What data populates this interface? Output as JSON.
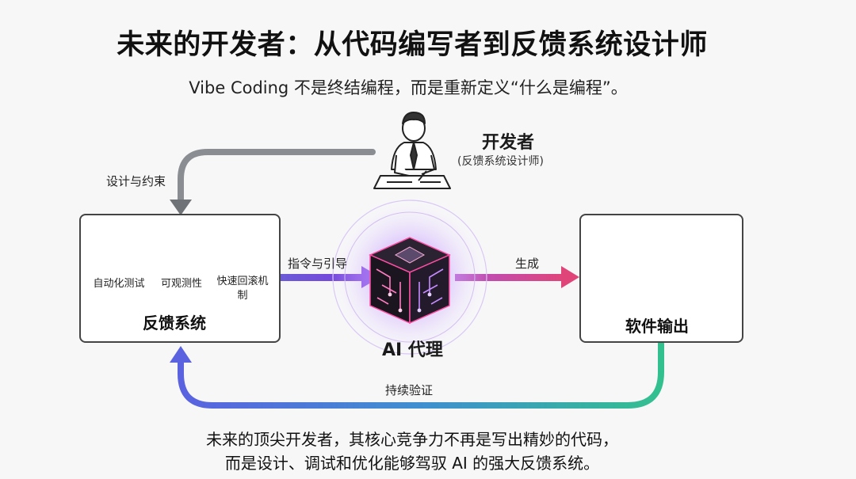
{
  "title": "未来的开发者：从代码编写者到反馈系统设计师",
  "subtitle": "Vibe Coding 不是终结编程，而是重新定义“什么是编程”。",
  "developer": {
    "title": "开发者",
    "subtitle": "(反馈系统设计师)"
  },
  "feedback_system": {
    "title": "反馈系统",
    "tools": [
      {
        "label": "自动化测试",
        "icon": "gear-check-icon",
        "color": "#3aa86b"
      },
      {
        "label": "可观测性",
        "icon": "magnifier-waveform-icon",
        "color": "#4a55c8"
      },
      {
        "label": "快速回滚机制",
        "icon": "history-clock-icon",
        "color": "#c94a57"
      }
    ]
  },
  "ai_agent": {
    "label": "AI 代理",
    "glow_color": "#9b5cf6"
  },
  "software_output": {
    "title": "软件输出"
  },
  "arrows": {
    "design_constraint": "设计与约束",
    "instruct_guide": "指令与引导",
    "generate": "生成",
    "continuous_verify": "持续验证"
  },
  "conclusion": {
    "line1": "未来的顶尖开发者，其核心竞争力不再是写出精妙的代码，",
    "line2": "而是设计、调试和优化能够驾驭 AI 的强大反馈系统。"
  }
}
